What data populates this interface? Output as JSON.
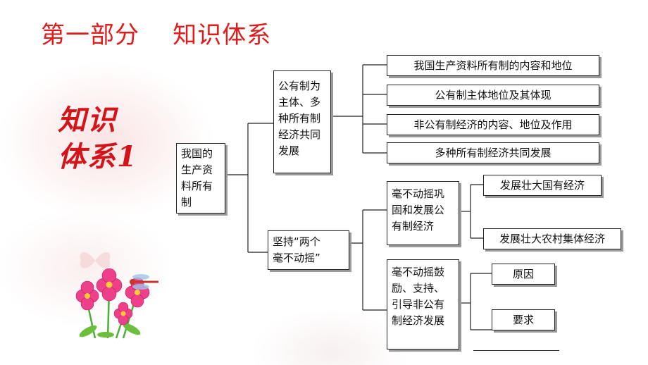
{
  "title": "第一部分    知识体系",
  "side_label": {
    "line1": "知识",
    "line2": "体系1"
  },
  "diagram": {
    "root": {
      "lines": [
        "我国的",
        "生产资",
        "料所有",
        "制"
      ]
    },
    "branch1": {
      "lines": [
        "公有制为",
        "主体、多",
        "种所有制",
        "经济共同",
        "发展"
      ]
    },
    "branch1_items": [
      "我国生产资料所有制的内容和地位",
      "公有制主体地位及其体现",
      "非公有制经济的内容、地位及作用",
      "多种所有制经济共同发展"
    ],
    "branch2": {
      "lines": [
        "坚持“两个",
        "毫不动摇”"
      ]
    },
    "branch2a": {
      "lines": [
        "毫不动摇巩",
        "固和发展公",
        "有制经济"
      ]
    },
    "branch2a_items": [
      "发展壮大国有经济",
      "发展壮大农村集体经济"
    ],
    "branch2b": {
      "lines": [
        "毫不动摇鼓",
        "励、支持、",
        "引导非公有",
        "制经济发展"
      ]
    },
    "branch2b_items": [
      "原因",
      "要求"
    ]
  },
  "decorations": {
    "icons": [
      "flower-icon",
      "dragonfly-icon",
      "butterfly-icon"
    ],
    "colors": {
      "title": "#e21b1b",
      "side_label": "#d3141a",
      "flower": "#ee3f8a"
    }
  }
}
